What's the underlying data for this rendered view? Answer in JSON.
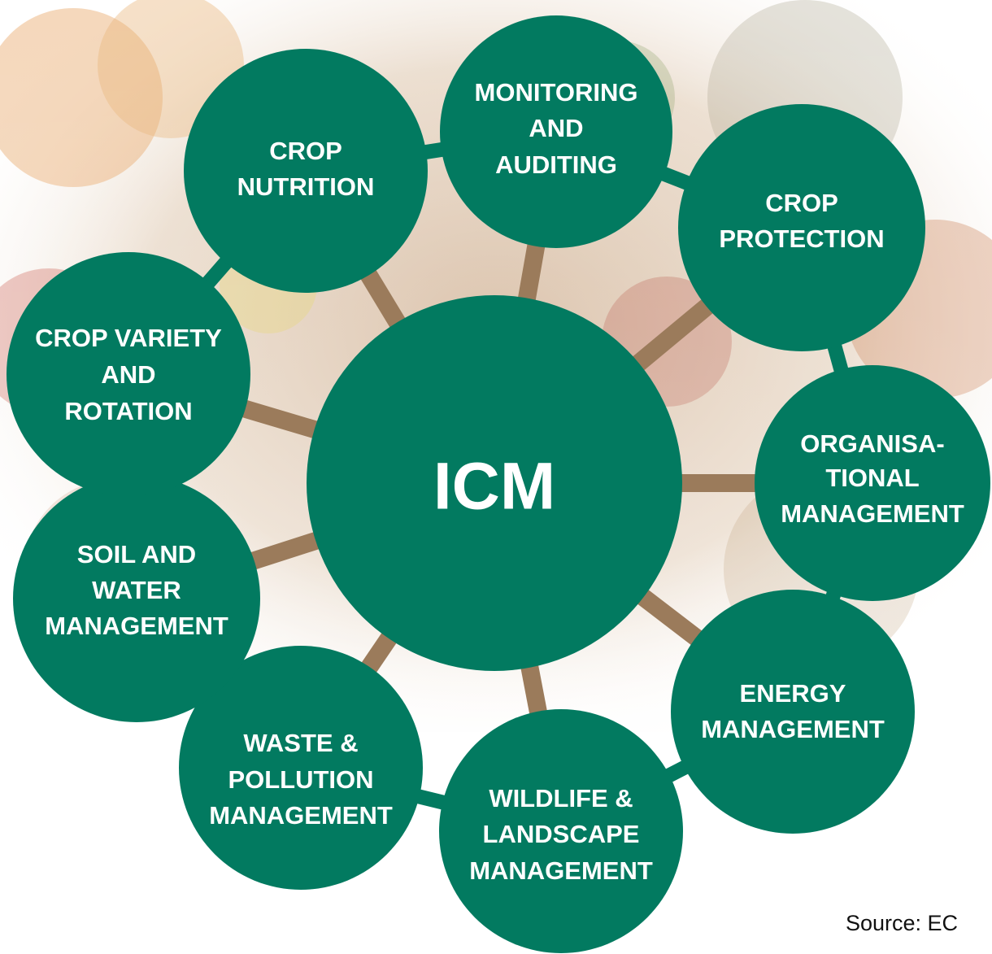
{
  "colors": {
    "node_fill": "#027a60",
    "spoke": "#9b7b5b",
    "ring_connector": "#027a60",
    "text": "#ffffff"
  },
  "background_description_icon": "vegetables-photo-background",
  "center": {
    "label": "ICM"
  },
  "nodes": [
    {
      "id": "monitoring",
      "lines": [
        "MONITORING",
        "AND",
        "AUDITING"
      ]
    },
    {
      "id": "crop-protection",
      "lines": [
        "CROP",
        "PROTECTION"
      ]
    },
    {
      "id": "organisational",
      "lines": [
        "ORGANISA-",
        "TIONAL",
        "MANAGEMENT"
      ]
    },
    {
      "id": "energy",
      "lines": [
        "ENERGY",
        "MANAGEMENT"
      ]
    },
    {
      "id": "wildlife",
      "lines": [
        "WILDLIFE &",
        "LANDSCAPE",
        "MANAGEMENT"
      ]
    },
    {
      "id": "waste",
      "lines": [
        "WASTE &",
        "POLLUTION",
        "MANAGEMENT"
      ]
    },
    {
      "id": "soil-water",
      "lines": [
        "SOIL AND",
        "WATER",
        "MANAGEMENT"
      ]
    },
    {
      "id": "crop-variety",
      "lines": [
        "CROP VARIETY",
        "AND",
        "ROTATION"
      ]
    },
    {
      "id": "crop-nutrition",
      "lines": [
        "CROP",
        "NUTRITION"
      ]
    }
  ],
  "footer": {
    "source": "Source: EC"
  }
}
